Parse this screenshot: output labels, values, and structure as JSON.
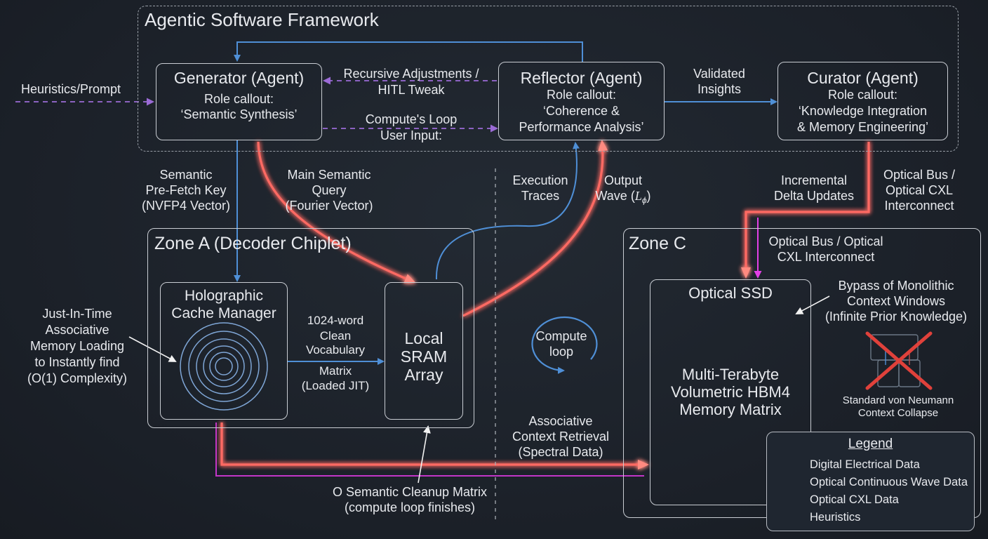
{
  "framework": {
    "title": "Agentic Software Framework"
  },
  "agents": {
    "generator": {
      "title": "Generator (Agent)",
      "role": "Role callout:",
      "callout": "‘Semantic Synthesis’"
    },
    "reflector": {
      "title": "Reflector (Agent)",
      "role": "Role callout:",
      "callout_1": "‘Coherence &",
      "callout_2": "Performance Analysis’"
    },
    "curator": {
      "title": "Curator (Agent)",
      "role": "Role callout:",
      "callout_1": "‘Knowledge Integration",
      "callout_2": "& Memory Engineering’"
    }
  },
  "labels": {
    "heuristics_prompt": "Heuristics/Prompt",
    "recursive_adjustments": "Recursive Adjustments /",
    "hitl_tweak": "HITL Tweak",
    "compute_loop_1": "Compute's Loop",
    "compute_loop_2": "User Input:",
    "validated_1": "Validated",
    "validated_2": "Insights",
    "semantic_prefetch": [
      "Semantic",
      "Pre-Fetch Key",
      "(NVFP4 Vector)"
    ],
    "main_query": [
      "Main Semantic",
      "Query",
      "(Fourier Vector)"
    ],
    "execution_traces": [
      "Execution",
      "Traces"
    ],
    "output_wave_1": "Output",
    "output_wave_2": "Wave (",
    "output_wave_sym": "L",
    "output_wave_sub": "ϕ",
    "output_wave_end": ")",
    "incremental": [
      "Incremental",
      "Delta Updates"
    ],
    "optical_bus_top": [
      "Optical Bus /",
      "Optical CXL",
      "Interconnect"
    ],
    "optical_bus_zone_c": [
      "Optical Bus / Optical",
      "CXL Interconnect"
    ],
    "jit": [
      "Just-In-Time",
      "Associative",
      "Memory Loading",
      "to Instantly find",
      "(O(1) Complexity)"
    ],
    "vocab": [
      "1024-word",
      "Clean",
      "Vocabulary",
      "Matrix",
      "(Loaded JIT)"
    ],
    "compute_loop_center": [
      "Compute",
      "loop"
    ],
    "assoc_retrieval": [
      "Associative",
      "Context Retrieval",
      "(Spectral Data)"
    ],
    "cleanup": [
      "O Semantic Cleanup Matrix",
      "(compute loop finishes)"
    ],
    "bypass": [
      "Bypass of Monolithic",
      "Context Windows",
      "(Infinite Prior Knowledge)"
    ],
    "von_neumann": [
      "Standard von Neumann",
      "Context Collapse"
    ]
  },
  "zones": {
    "zone_a": {
      "title": "Zone A (Decoder Chiplet)"
    },
    "holographic": {
      "title_1": "Holographic",
      "title_2": "Cache Manager"
    },
    "sram": {
      "line_1": "Local",
      "line_2": "SRAM",
      "line_3": "Array"
    },
    "zone_c": {
      "title": "Zone C"
    },
    "ssd": {
      "title": "Optical SSD",
      "line_1": "Multi-Terabyte",
      "line_2": "Volumetric HBM4",
      "line_3": "Memory Matrix"
    }
  },
  "legend": {
    "title": "Legend",
    "items": [
      {
        "label": "Digital Electrical Data",
        "color": "#4f8fd6",
        "style": "solid"
      },
      {
        "label": "Optical Continuous Wave Data",
        "color": "#ff5b5b",
        "style": "glow-arrow"
      },
      {
        "label": "Optical CXL Data",
        "color": "#d23ad6",
        "style": "solid"
      },
      {
        "label": "Heuristics",
        "color": "#9b6bd6",
        "style": "dashed"
      }
    ]
  },
  "colors": {
    "digital": "#4f8fd6",
    "optical_wave": "#ff5b5b",
    "optical_cxl": "#d23ad6",
    "heuristics": "#9b6bd6",
    "box_border": "#c9cdd3"
  },
  "icons": {
    "sparkle": "four-point-star-icon",
    "rings": "concentric-rings-icon",
    "collapse": "crossed-out-chip-icon"
  }
}
